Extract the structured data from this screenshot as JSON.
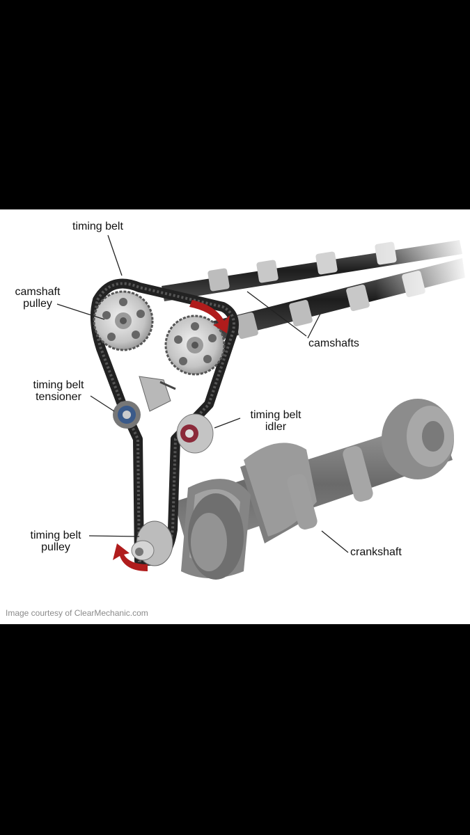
{
  "labels": {
    "timing_belt": "timing belt",
    "camshaft_pulley": [
      "camshaft",
      "pulley"
    ],
    "camshafts": "camshafts",
    "tensioner": [
      "timing belt",
      "tensioner"
    ],
    "idler": [
      "timing belt",
      "idler"
    ],
    "crank_pulley": [
      "timing belt",
      "pulley"
    ],
    "crankshaft": "crankshaft"
  },
  "credit": "Image courtesy of ClearMechanic.com",
  "colors": {
    "belt": "#2b2b2b",
    "metal": "#b9b9b9",
    "arrow": "#b01c1c",
    "background": "#ffffff",
    "letterbox": "#000000"
  }
}
